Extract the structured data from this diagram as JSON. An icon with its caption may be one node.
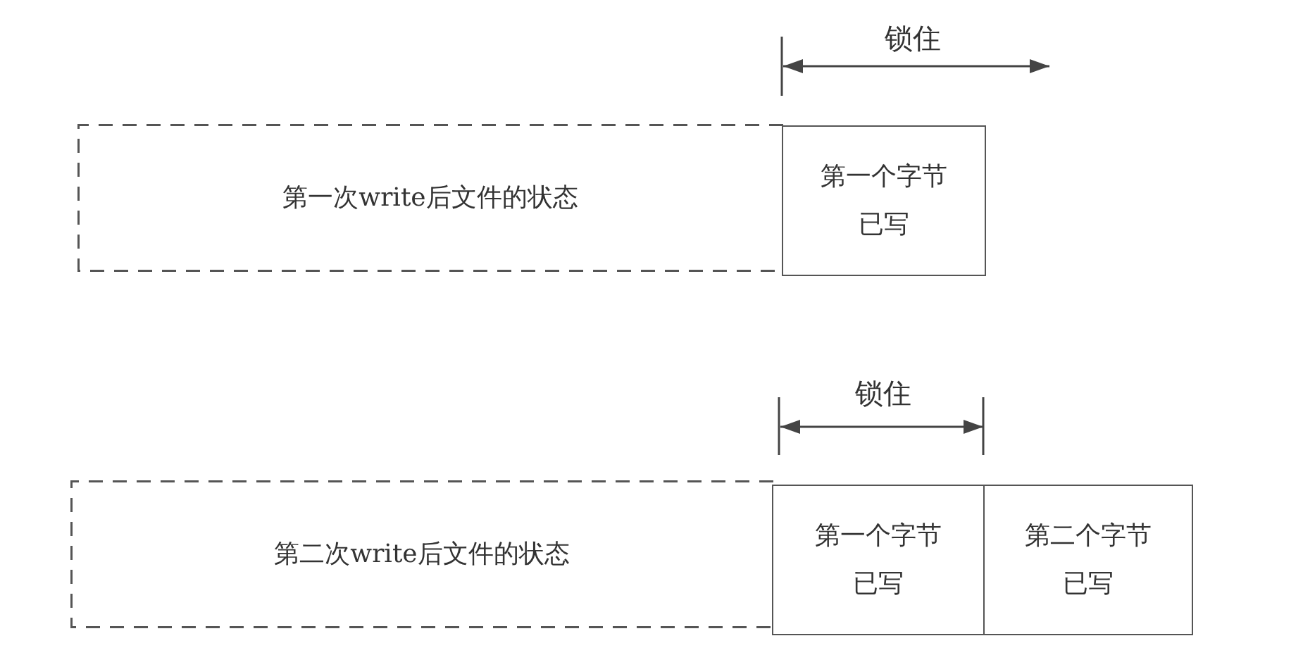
{
  "diagram": {
    "nodes": [
      {
        "text": [
          "第一次write后文件的状态"
        ]
      },
      {
        "text": [
          "第一个字节已写"
        ]
      },
      {
        "text": [
          "第二次write后文件的状态"
        ]
      },
      {
        "text": [
          "第一个字节已写"
        ]
      },
      {
        "text": [
          "第二个字节已写"
        ]
      }
    ],
    "labels": [
      "锁住",
      "锁住"
    ]
  }
}
